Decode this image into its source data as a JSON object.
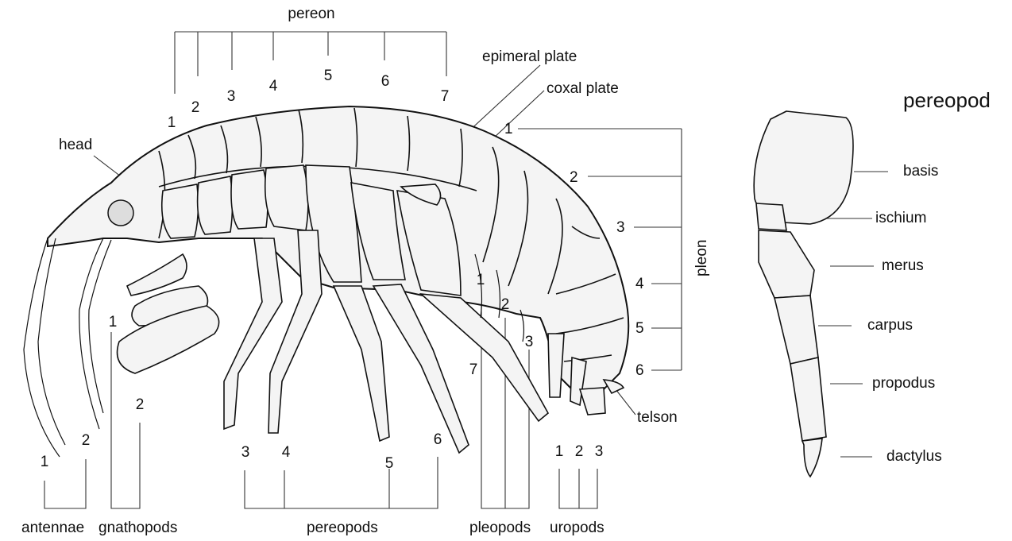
{
  "pereon": {
    "title": "pereon",
    "numbers": [
      "1",
      "2",
      "3",
      "4",
      "5",
      "6",
      "7"
    ]
  },
  "callouts": {
    "epimeral_plate": "epimeral plate",
    "coxal_plate": "coxal plate",
    "head": "head",
    "telson": "telson"
  },
  "pleon": {
    "title": "pleon",
    "numbers": [
      "1",
      "2",
      "3",
      "4",
      "5",
      "6"
    ]
  },
  "appendage_numbers": {
    "antennae": [
      "1",
      "2"
    ],
    "gnathopods": [
      "1",
      "2"
    ],
    "pereopods": [
      "3",
      "4",
      "5",
      "6",
      "7"
    ],
    "pleopods": [
      "1",
      "2",
      "3"
    ],
    "uropods": [
      "1",
      "2",
      "3"
    ]
  },
  "bottom_labels": {
    "antennae": "antennae",
    "gnathopods": "gnathopods",
    "pereopods": "pereopods",
    "pleopods": "pleopods",
    "uropods": "uropods"
  },
  "pereopod_detail": {
    "title": "pereopod",
    "parts": [
      "basis",
      "ischium",
      "merus",
      "carpus",
      "propodus",
      "dactylus"
    ]
  }
}
